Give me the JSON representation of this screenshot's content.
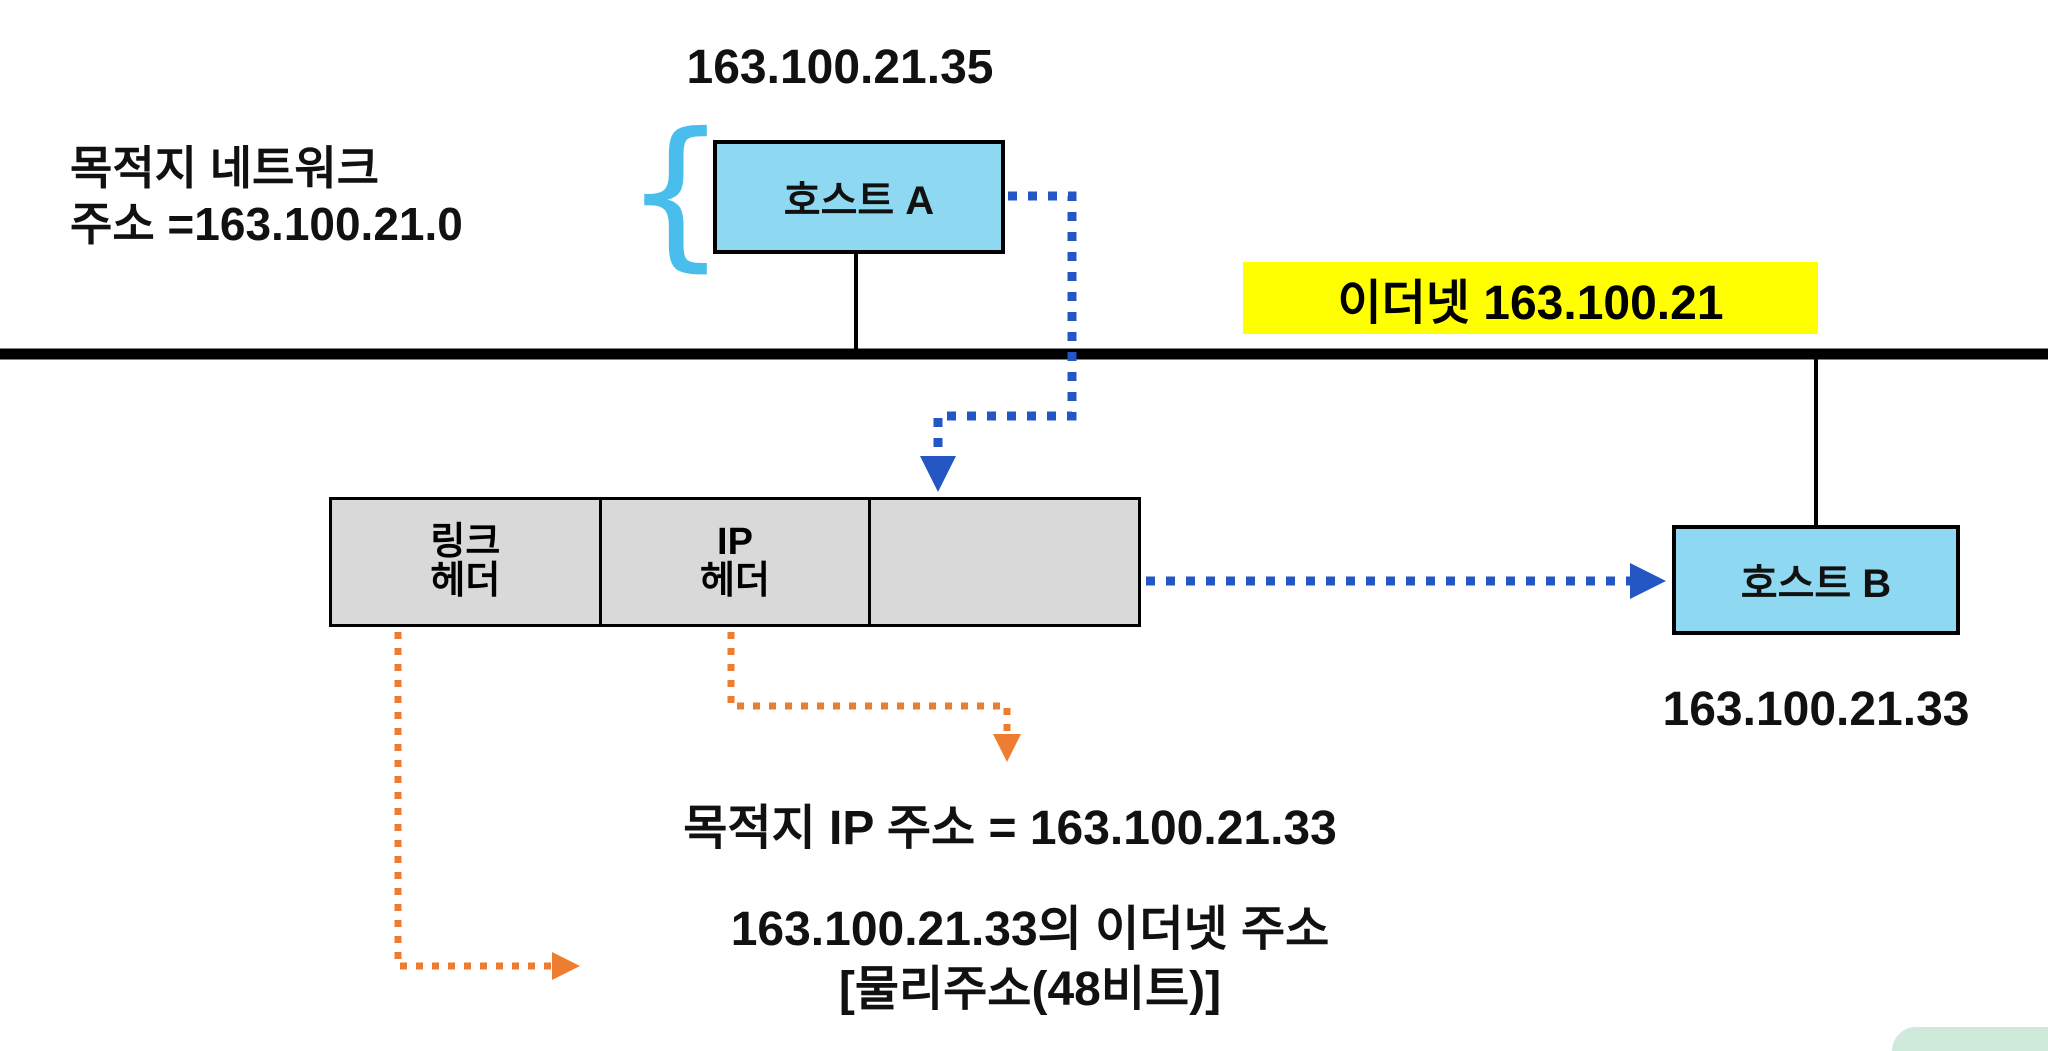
{
  "colors": {
    "host_box_fill": "#8FD8F2",
    "ethernet_label_bg": "#FFFF00",
    "frame_fill": "#D9D9D9",
    "blue_arrow": "#2456C4",
    "orange_arrow": "#ED7D31",
    "brace": "#49BEEC",
    "bus_line": "#000000"
  },
  "diagram": {
    "host_a_ip": "163.100.21.35",
    "dest_network_line1": "목적지 네트워크",
    "dest_network_line2": "주소 =163.100.21.0",
    "brace_glyph": "{",
    "host_a_label": "호스트 A",
    "ethernet_label": "이더넷 163.100.21",
    "frame": {
      "link_header_line1": "링크",
      "link_header_line2": "헤더",
      "ip_header_line1": "IP",
      "ip_header_line2": "헤더",
      "payload_label": ""
    },
    "host_b_label": "호스트 B",
    "host_b_ip": "163.100.21.33",
    "dest_ip_text": "목적지 IP 주소 = 163.100.21.33",
    "ethernet_addr_line1": "163.100.21.33의 이더넷 주소",
    "ethernet_addr_line2": "[물리주소(48비트)]"
  }
}
